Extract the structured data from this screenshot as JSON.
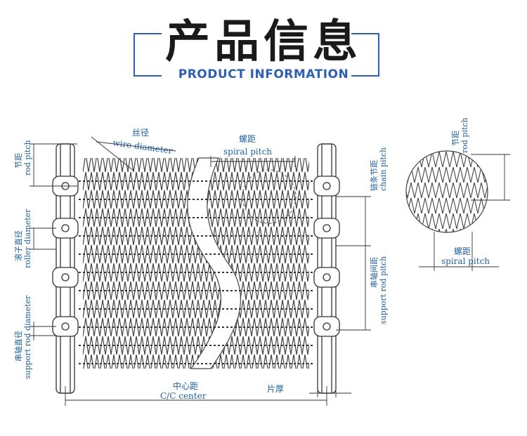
{
  "header": {
    "title_cn": "产品信息",
    "title_en": "PRODUCT INFORMATION",
    "accent_color": "#2f5fb3"
  },
  "diagram": {
    "labels": {
      "wire_diameter_cn": "丝径",
      "wire_diameter_en": "wire diameter",
      "spiral_pitch_cn": "螺距",
      "spiral_pitch_en": "spiral pitch",
      "rod_pitch_cn": "节距",
      "rod_pitch_en": "rod pitch",
      "roller_diameter_cn": "滚子直径",
      "roller_diameter_en": "roller diameter",
      "support_rod_diameter_cn": "串轴直径",
      "support_rod_diameter_en": "support rod diameter",
      "chain_pitch_cn": "链条节距",
      "chain_pitch_en": "chain pitch",
      "support_rod_pitch_cn": "串轴间距",
      "support_rod_pitch_en": "support rod pitch",
      "cc_center_cn": "中心距",
      "cc_center_en": "C/C center",
      "plate_thickness_cn": "片厚",
      "detail_rod_pitch_cn": "节距",
      "detail_rod_pitch_en": "rod pitch",
      "detail_spiral_pitch_cn": "螺距",
      "detail_spiral_pitch_en": "spiral pitch"
    },
    "label_color": "#1f5f9f",
    "line_color": "#333333"
  }
}
